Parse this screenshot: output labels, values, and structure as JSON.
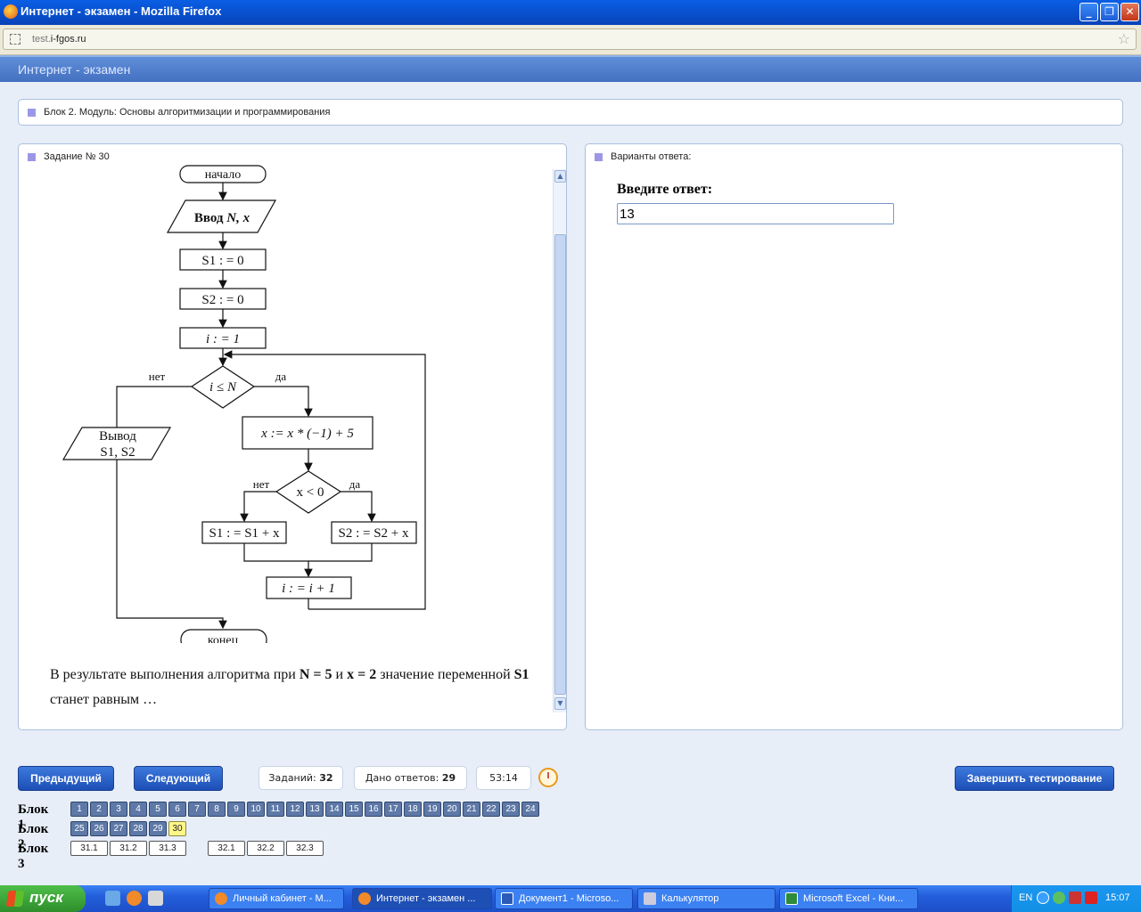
{
  "window": {
    "title": "Интернет - экзамен - Mozilla Firefox"
  },
  "address_bar": {
    "url_prefix": "test.",
    "url_domain": "i-fgos.ru"
  },
  "page_header": {
    "title": "Интернет - экзамен"
  },
  "block_header": {
    "text": "Блок 2. Модуль: Основы алгоритмизации и программирования"
  },
  "task_panel": {
    "label": "Задание № 30",
    "flowchart": {
      "start": "начало",
      "input": "Ввод",
      "input_vars": "N, x",
      "s1_init": "S1 : = 0",
      "s2_init": "S2 : = 0",
      "i_init": "i : = 1",
      "cond1": "i ≤ N",
      "no1": "нет",
      "yes1": "да",
      "output_line1": "Вывод",
      "output_line2": "S1, S2",
      "assign_x": "x := x * (−1) + 5",
      "cond2": "x < 0",
      "no2": "нет",
      "yes2": "да",
      "s1_update": "S1 : = S1 + x",
      "s2_update": "S2 : = S2 + x",
      "i_update": "i : = i + 1",
      "end": "конец"
    },
    "question_part1": "В результате выполнения алгоритма при ",
    "question_n": "N = 5",
    "question_and": " и ",
    "question_x": "x = 2",
    "question_part2": " значение переменной ",
    "question_var": "S1",
    "question_part3": " станет равным …"
  },
  "answer_panel": {
    "label": "Варианты ответа:",
    "prompt": "Введите ответ:",
    "value": "13"
  },
  "controls": {
    "prev_label": "Предыдущий",
    "next_label": "Следующий",
    "tasks_label": "Заданий:",
    "tasks_count": "32",
    "answered_label": "Дано ответов:",
    "answered_count": "29",
    "timer": "53:14",
    "finish_label": "Завершить тестирование"
  },
  "blocks": [
    {
      "label": "Блок 1",
      "items": [
        "1",
        "2",
        "3",
        "4",
        "5",
        "6",
        "7",
        "8",
        "9",
        "10",
        "11",
        "12",
        "13",
        "14",
        "15",
        "16",
        "17",
        "18",
        "19",
        "20",
        "21",
        "22",
        "23",
        "24"
      ]
    },
    {
      "label": "Блок 2",
      "items": [
        "25",
        "26",
        "27",
        "28",
        "29",
        "30"
      ],
      "current": "30"
    },
    {
      "label": "Блок 3",
      "items": [
        "31.1",
        "31.2",
        "31.3",
        "32.1",
        "32.2",
        "32.3"
      ]
    }
  ],
  "taskbar": {
    "start_label": "пуск",
    "tasks": [
      "Личный кабинет - М...",
      "Интернет - экзамен ...",
      "Документ1 - Microso...",
      "Калькулятор",
      "Microsoft Excel - Кни..."
    ],
    "lang": "EN",
    "clock": "15:07"
  },
  "colors": {
    "accent": "#4470c0",
    "button": "#1d4fb6",
    "current_task": "#fff68a"
  }
}
